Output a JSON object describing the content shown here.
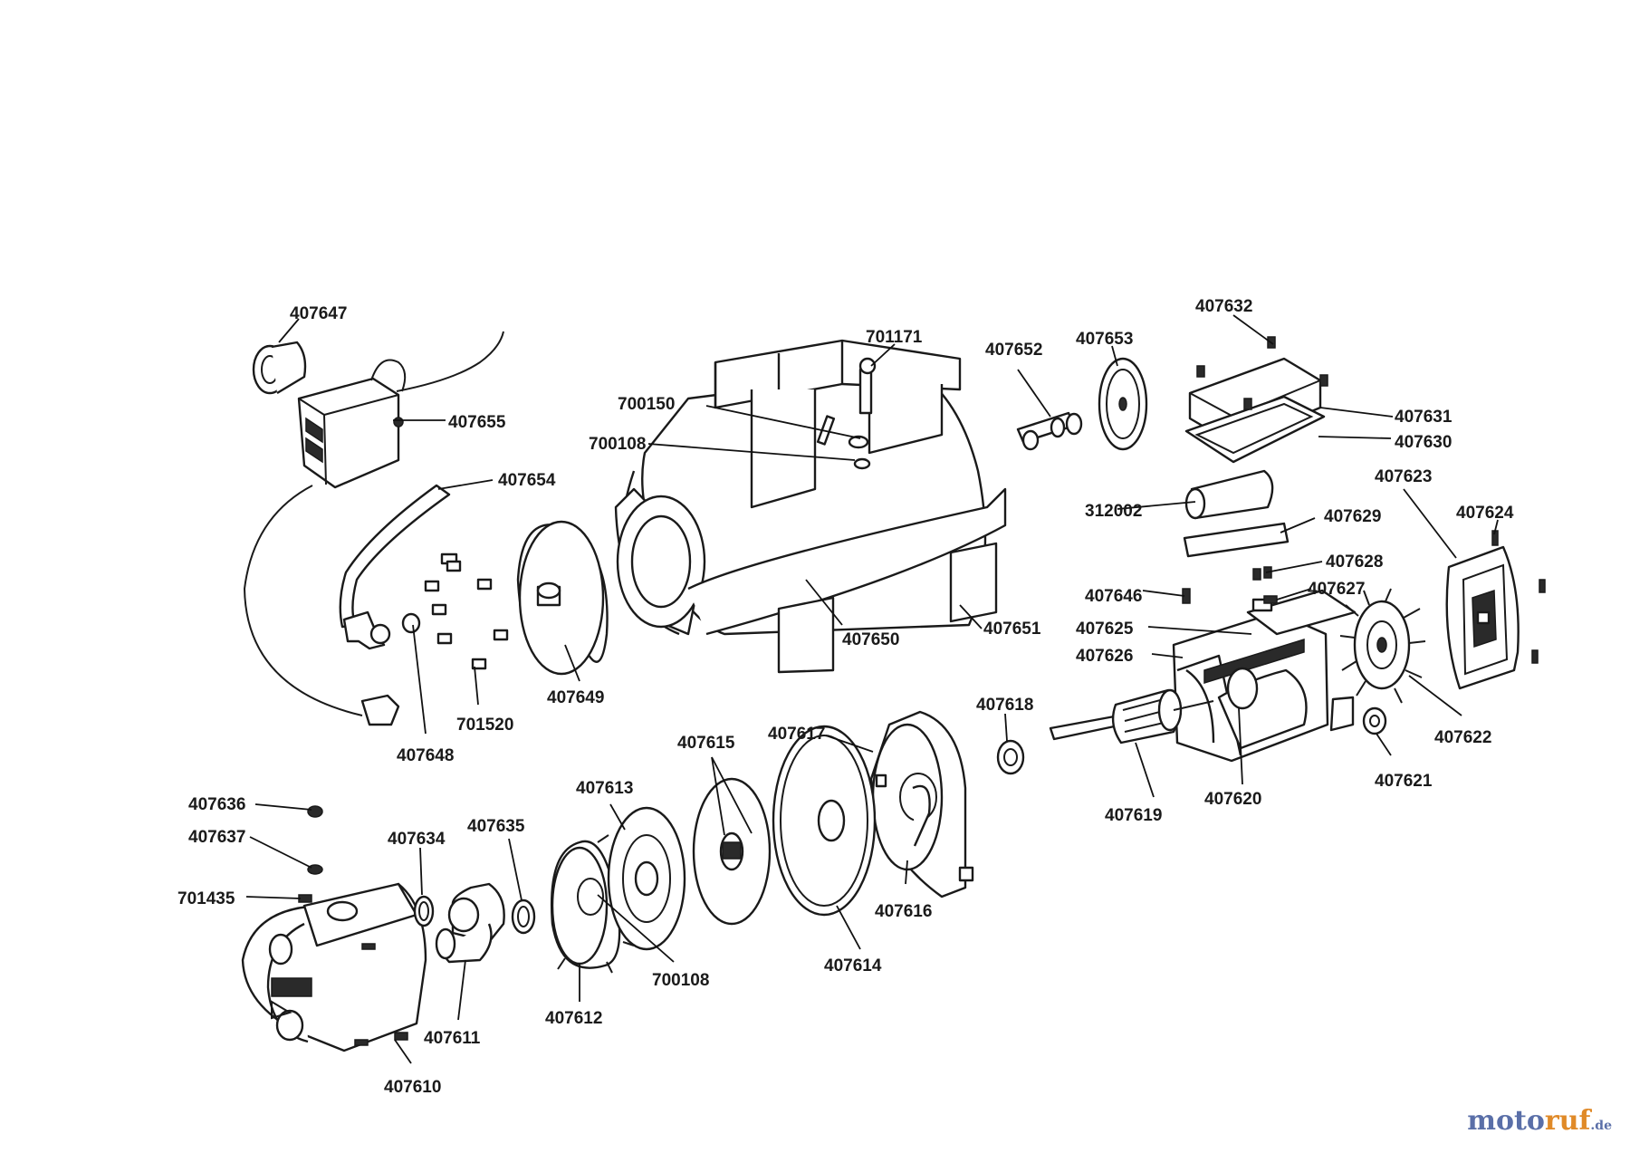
{
  "labels": [
    {
      "id": "407647",
      "text": "407647"
    },
    {
      "id": "407655",
      "text": "407655"
    },
    {
      "id": "407654",
      "text": "407654"
    },
    {
      "id": "407648",
      "text": "407648"
    },
    {
      "id": "701520",
      "text": "701520"
    },
    {
      "id": "407649",
      "text": "407649"
    },
    {
      "id": "700150",
      "text": "700150"
    },
    {
      "id": "700108a",
      "text": "700108"
    },
    {
      "id": "701171",
      "text": "701171"
    },
    {
      "id": "407650",
      "text": "407650"
    },
    {
      "id": "407651",
      "text": "407651"
    },
    {
      "id": "407652",
      "text": "407652"
    },
    {
      "id": "407653",
      "text": "407653"
    },
    {
      "id": "407632",
      "text": "407632"
    },
    {
      "id": "407631",
      "text": "407631"
    },
    {
      "id": "407630",
      "text": "407630"
    },
    {
      "id": "312002",
      "text": "312002"
    },
    {
      "id": "407629",
      "text": "407629"
    },
    {
      "id": "407623",
      "text": "407623"
    },
    {
      "id": "407624",
      "text": "407624"
    },
    {
      "id": "407628",
      "text": "407628"
    },
    {
      "id": "407627",
      "text": "407627"
    },
    {
      "id": "407646",
      "text": "407646"
    },
    {
      "id": "407625",
      "text": "407625"
    },
    {
      "id": "407626",
      "text": "407626"
    },
    {
      "id": "407618",
      "text": "407618"
    },
    {
      "id": "407622",
      "text": "407622"
    },
    {
      "id": "407621",
      "text": "407621"
    },
    {
      "id": "407620",
      "text": "407620"
    },
    {
      "id": "407619",
      "text": "407619"
    },
    {
      "id": "407617",
      "text": "407617"
    },
    {
      "id": "407615",
      "text": "407615"
    },
    {
      "id": "407616",
      "text": "407616"
    },
    {
      "id": "407614",
      "text": "407614"
    },
    {
      "id": "407613",
      "text": "407613"
    },
    {
      "id": "407612",
      "text": "407612"
    },
    {
      "id": "700108b",
      "text": "700108"
    },
    {
      "id": "407636",
      "text": "407636"
    },
    {
      "id": "407637",
      "text": "407637"
    },
    {
      "id": "701435",
      "text": "701435"
    },
    {
      "id": "407634",
      "text": "407634"
    },
    {
      "id": "407635",
      "text": "407635"
    },
    {
      "id": "407611",
      "text": "407611"
    },
    {
      "id": "407610",
      "text": "407610"
    }
  ],
  "watermark": {
    "part1": "moto",
    "part2": "ruf",
    "part3": ".de"
  }
}
